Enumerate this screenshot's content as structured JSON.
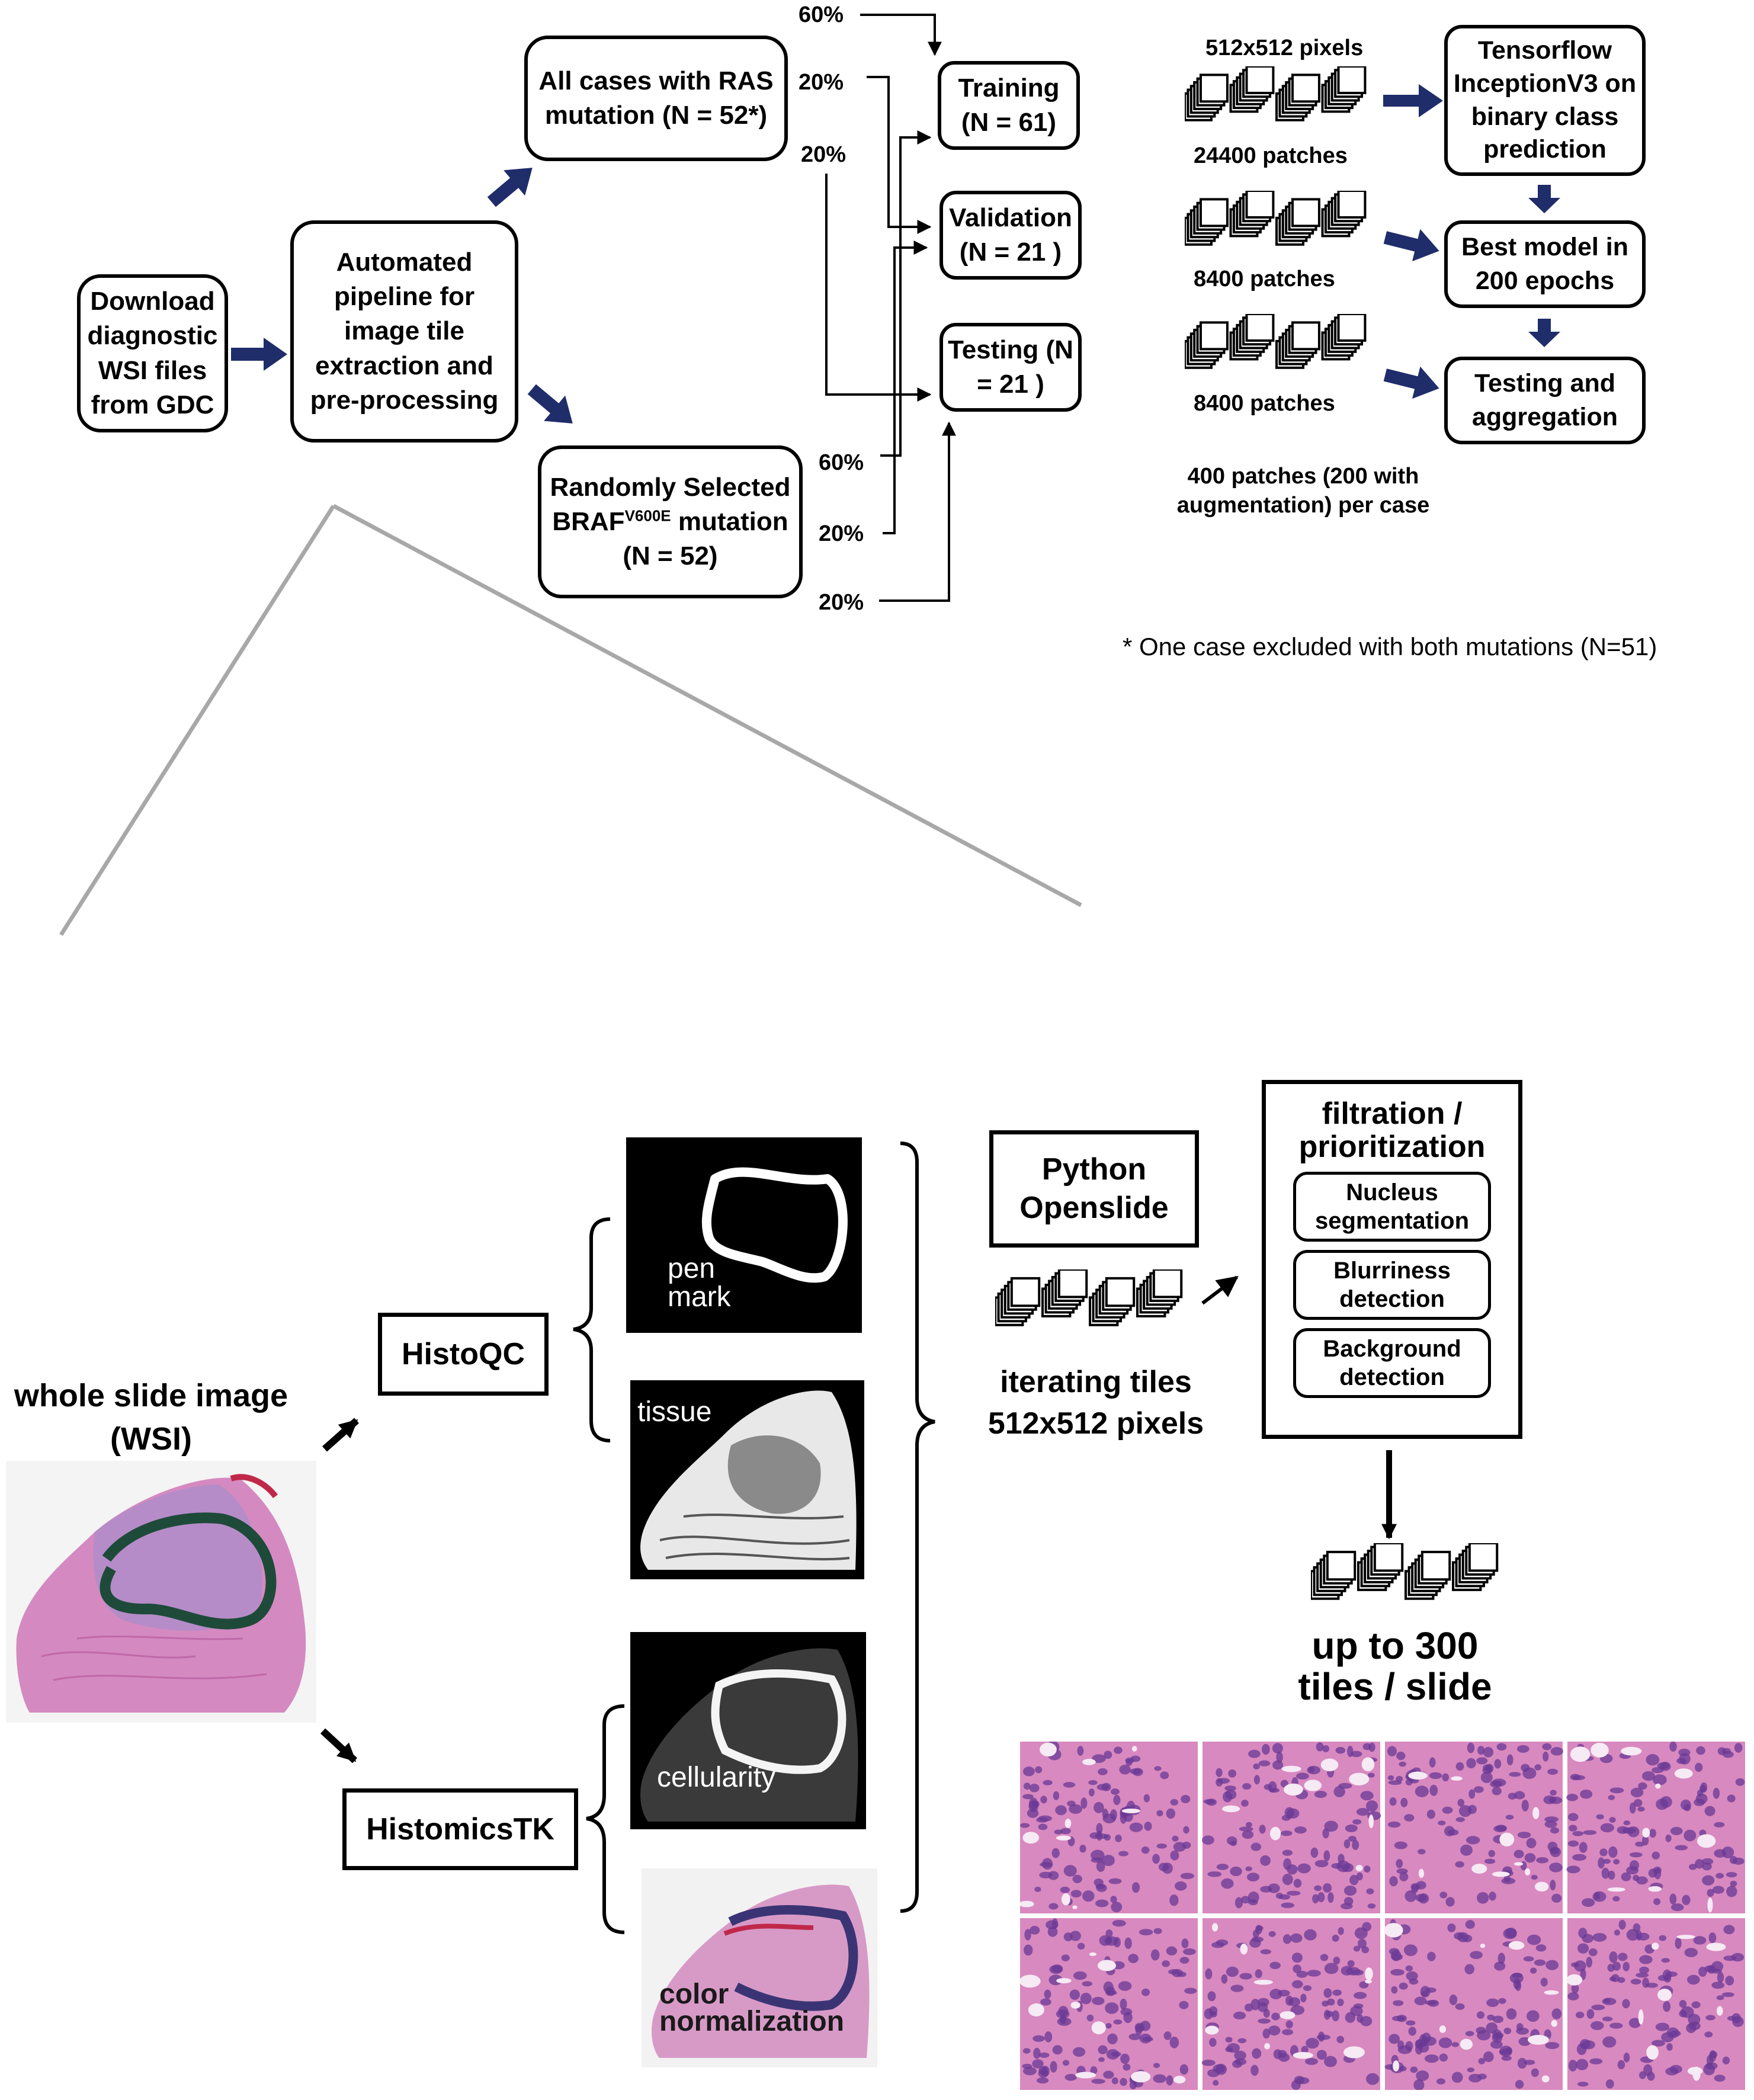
{
  "top": {
    "download_box": "Download diagnostic WSI files from GDC",
    "pipeline_box": "Automated pipeline for image  tile extraction and pre-processing",
    "ras_box": "All cases with RAS mutation (N = 52*)",
    "braf_box": {
      "line1": "Randomly Selected",
      "braf_main": "BRAF",
      "braf_sup": "V600E",
      "braf_rest": " mutation",
      "line3": "(N = 52)"
    },
    "splits": {
      "ras": [
        "60%",
        "20%",
        "20%"
      ],
      "braf": [
        "60%",
        "20%",
        "20%"
      ]
    },
    "training_box": "Training (N = 61)",
    "validation_box": "Validation (N = 21 )",
    "testing_box": "Testing (N = 21 )",
    "patch_size_label": "512x512 pixels",
    "patch_counts": [
      "24400 patches",
      "8400 patches",
      "8400 patches"
    ],
    "tensorflow_box": "Tensorflow InceptionV3 on binary class prediction",
    "best_model_box": "Best model in 200 epochs",
    "testing_agg_box": "Testing and aggregation",
    "per_case_note": "400 patches (200 with augmentation) per case",
    "footnote": "* One case excluded with both mutations (N=51)"
  },
  "bottom": {
    "wsi_label_line1": "whole slide image",
    "wsi_label_line2": "(WSI)",
    "histoqc_box": "HistoQC",
    "histomicstk_box": "HistomicsTK",
    "panel_pen_label": "pen mark",
    "panel_tissue_label": "tissue",
    "panel_cellularity_label": "cellularity",
    "panel_color_label": "color normalization",
    "python_box": "Python Openslide",
    "iterating_label": "iterating tiles 512x512 pixels",
    "filtration_title": "filtration / prioritization",
    "filtration_items": [
      "Nucleus segmentation",
      "Blurriness detection",
      "Background detection"
    ],
    "result_label": "up to 300 tiles / slide"
  },
  "colors": {
    "arrow_navy": "#1f2d6b",
    "zoom_line_gray": "#a8a8a8",
    "he_pink": "#d889bf",
    "he_purple": "#6a3a95",
    "pen_mark": "#1e4a3a"
  }
}
